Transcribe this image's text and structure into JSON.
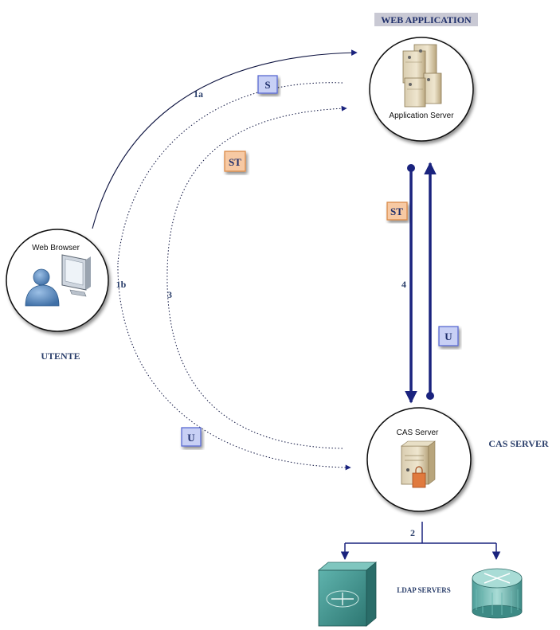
{
  "nodes": {
    "web_app": {
      "title": "WEB APPLICATION",
      "label": "Application Server"
    },
    "user": {
      "title": "UTENTE",
      "label": "Web Browser"
    },
    "cas": {
      "title": "CAS SERVER",
      "label": "CAS Server"
    },
    "ldap": {
      "title": "LDAP SERVERS"
    }
  },
  "edges": {
    "e1a": "1a",
    "e1b": "1b",
    "e2": "2",
    "e3": "3",
    "e4": "4"
  },
  "tokens": {
    "s_top": "S",
    "st_arc": "ST",
    "st_vertical": "ST",
    "u_vertical": "U",
    "u_bottom": "U"
  },
  "colors": {
    "arrow": "#1a237e",
    "dark_line": "#0d1340",
    "label_text": "#2b3f6b",
    "title_bg": "#c9c9d4",
    "token_blue_fill": "#c8d0f5",
    "token_blue_border": "#5a6ad1",
    "token_orange_fill": "#f7c9a3",
    "token_orange_border": "#d98a4a"
  }
}
